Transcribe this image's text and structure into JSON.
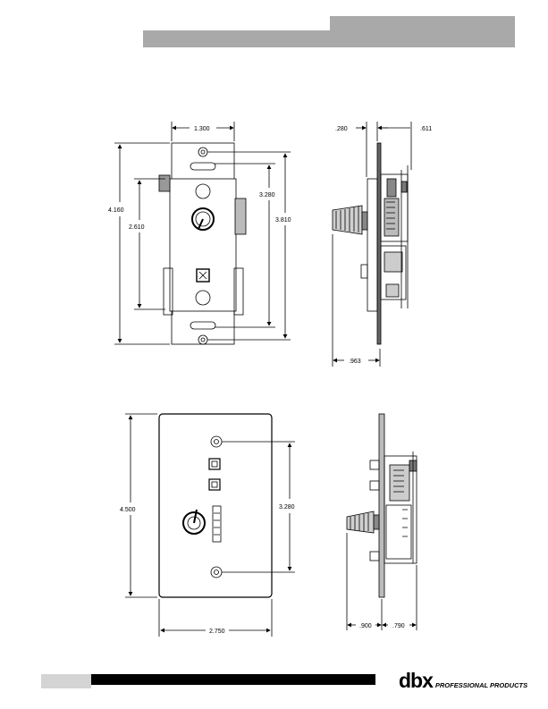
{
  "page": {
    "background": "#ffffff",
    "header_color": "#a9a9a9",
    "footer_bar_color": "#000000",
    "footer_page_color": "#d4d4d4"
  },
  "brand": {
    "logo": "dbx",
    "subtitle": "PROFESSIONAL PRODUCTS"
  },
  "figures": {
    "top_front": {
      "width": "1.300",
      "height": "4.160",
      "inner_height": "2.610",
      "hole_spacing": "3.280",
      "slot_spacing": "3.810"
    },
    "top_side": {
      "plate_depth": ".280",
      "body_depth": ".611",
      "overall_depth": ".963"
    },
    "bottom_front": {
      "width": "2.750",
      "height": "4.500",
      "hole_spacing": "3.280"
    },
    "bottom_side": {
      "front_depth": ".900",
      "rear_depth": ".790"
    }
  }
}
